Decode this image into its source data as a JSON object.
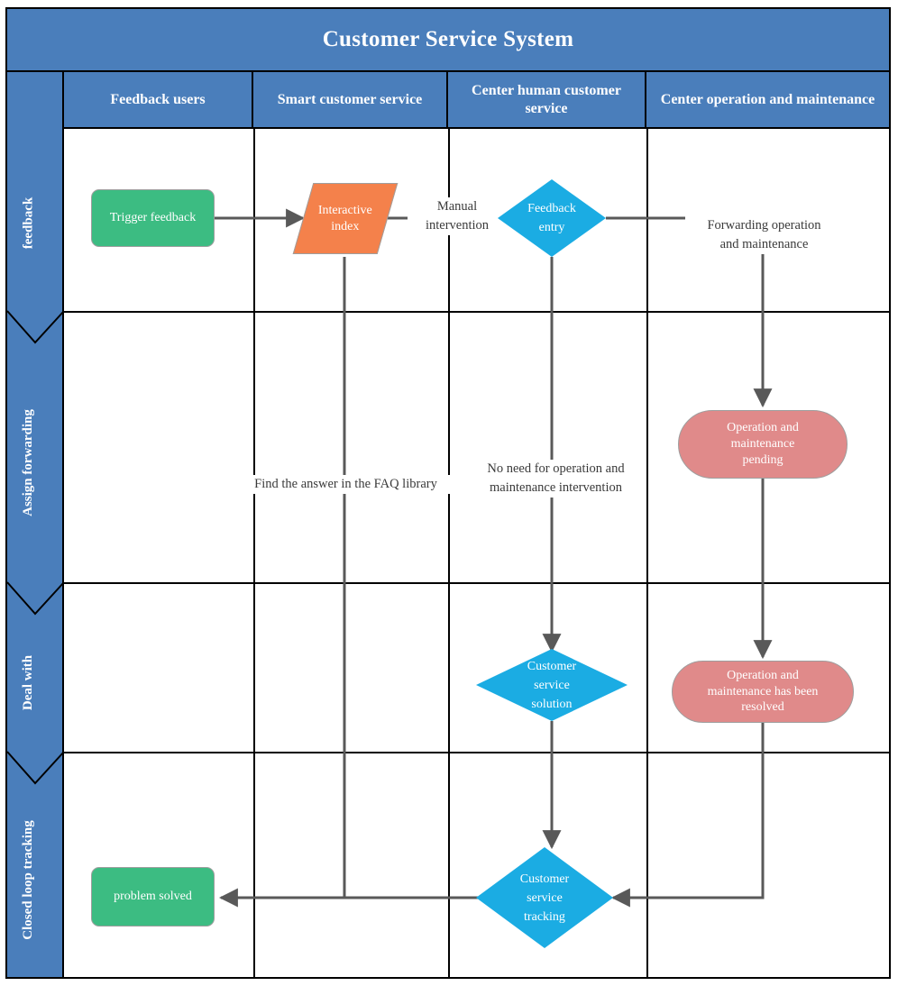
{
  "diagram": {
    "title": "Customer Service System",
    "type": "cross-functional-flowchart",
    "lanes": [
      {
        "id": "feedback-users",
        "label": "Feedback users"
      },
      {
        "id": "smart-customer-service",
        "label": "Smart customer service"
      },
      {
        "id": "center-human-customer-service",
        "label": "Center human customer service"
      },
      {
        "id": "center-operation-and-maintenance",
        "label": "Center operation and maintenance"
      }
    ],
    "phases": [
      {
        "id": "feedback",
        "label": "feedback"
      },
      {
        "id": "assign-forwarding",
        "label": "Assign forwarding"
      },
      {
        "id": "deal-with",
        "label": "Deal with"
      },
      {
        "id": "closed-loop-tracking",
        "label": "Closed loop tracking"
      }
    ],
    "nodes": [
      {
        "id": "trigger-feedback",
        "label": "Trigger feedback",
        "shape": "rounded-rectangle",
        "lane": "feedback-users",
        "phase": "feedback",
        "color": "#3cbc82"
      },
      {
        "id": "interactive-index",
        "label": "Interactive index",
        "shape": "parallelogram",
        "lane": "smart-customer-service",
        "phase": "feedback",
        "color": "#f4814b"
      },
      {
        "id": "feedback-entry",
        "label": "Feedback entry",
        "shape": "diamond",
        "lane": "center-human-customer-service",
        "phase": "feedback",
        "color": "#1bace3"
      },
      {
        "id": "operation-and-maintenance-pending",
        "label": "Operation and maintenance pending",
        "shape": "stadium",
        "lane": "center-operation-and-maintenance",
        "phase": "assign-forwarding",
        "color": "#e08a8a"
      },
      {
        "id": "customer-service-solution",
        "label": "Customer service solution",
        "shape": "diamond",
        "lane": "center-human-customer-service",
        "phase": "deal-with",
        "color": "#1bace3"
      },
      {
        "id": "operation-and-maintenance-has-been-resolved",
        "label": "Operation and maintenance has been resolved",
        "shape": "stadium",
        "lane": "center-operation-and-maintenance",
        "phase": "deal-with",
        "color": "#e08a8a"
      },
      {
        "id": "customer-service-tracking",
        "label": "Customer service tracking",
        "shape": "diamond",
        "lane": "center-human-customer-service",
        "phase": "closed-loop-tracking",
        "color": "#1bace3"
      },
      {
        "id": "problem-solved",
        "label": "problem solved",
        "shape": "rounded-rectangle",
        "lane": "feedback-users",
        "phase": "closed-loop-tracking",
        "color": "#3cbc82"
      }
    ],
    "edges": [
      {
        "id": "trigger-to-interactive",
        "from": "trigger-feedback",
        "to": "interactive-index",
        "label": ""
      },
      {
        "id": "interactive-to-feedback-entry",
        "from": "interactive-index",
        "to": "feedback-entry",
        "label": "Manual intervention"
      },
      {
        "id": "feedback-entry-to-om-pending",
        "from": "feedback-entry",
        "to": "operation-and-maintenance-pending",
        "label": "Forwarding operation and maintenance"
      },
      {
        "id": "feedback-entry-to-solution",
        "from": "feedback-entry",
        "to": "customer-service-solution",
        "label": "No need for operation and maintenance intervention"
      },
      {
        "id": "interactive-to-problem-solved",
        "from": "interactive-index",
        "to": "problem-solved",
        "label": "Find the answer in the FAQ library"
      },
      {
        "id": "om-pending-to-om-resolved",
        "from": "operation-and-maintenance-pending",
        "to": "operation-and-maintenance-has-been-resolved",
        "label": ""
      },
      {
        "id": "solution-to-tracking",
        "from": "customer-service-solution",
        "to": "customer-service-tracking",
        "label": ""
      },
      {
        "id": "om-resolved-to-tracking",
        "from": "operation-and-maintenance-has-been-resolved",
        "to": "customer-service-tracking",
        "label": ""
      },
      {
        "id": "tracking-to-problem-solved",
        "from": "customer-service-tracking",
        "to": "problem-solved",
        "label": ""
      }
    ],
    "labels": {
      "manual_intervention": "Manual intervention",
      "manual_intervention_line1": "Manual",
      "manual_intervention_line2": "intervention",
      "forwarding_line1": "Forwarding operation",
      "forwarding_line2": "and maintenance",
      "faq_library": "Find the answer in the FAQ library",
      "no_need_line1": "No need for operation and",
      "no_need_line2": "maintenance intervention"
    },
    "node_text": {
      "trigger_feedback": "Trigger feedback",
      "interactive_index_line1": "Interactive",
      "interactive_index_line2": "index",
      "feedback_entry_line1": "Feedback",
      "feedback_entry_line2": "entry",
      "om_pending_line1": "Operation and",
      "om_pending_line2": "maintenance",
      "om_pending_line3": "pending",
      "cs_solution_line1": "Customer",
      "cs_solution_line2": "service",
      "cs_solution_line3": "solution",
      "om_resolved_line1": "Operation and",
      "om_resolved_line2": "maintenance has been",
      "om_resolved_line3": "resolved",
      "cs_tracking_line1": "Customer",
      "cs_tracking_line2": "service",
      "cs_tracking_line3": "tracking",
      "problem_solved": "problem solved"
    },
    "colors": {
      "header_blue": "#4a7ebb",
      "green": "#3cbc82",
      "orange": "#f4814b",
      "diamond_blue": "#1bace3",
      "pink": "#e08a8a",
      "connector_gray": "#595959",
      "grid_black": "#000000",
      "shape_border": "#9e9e9e"
    }
  }
}
